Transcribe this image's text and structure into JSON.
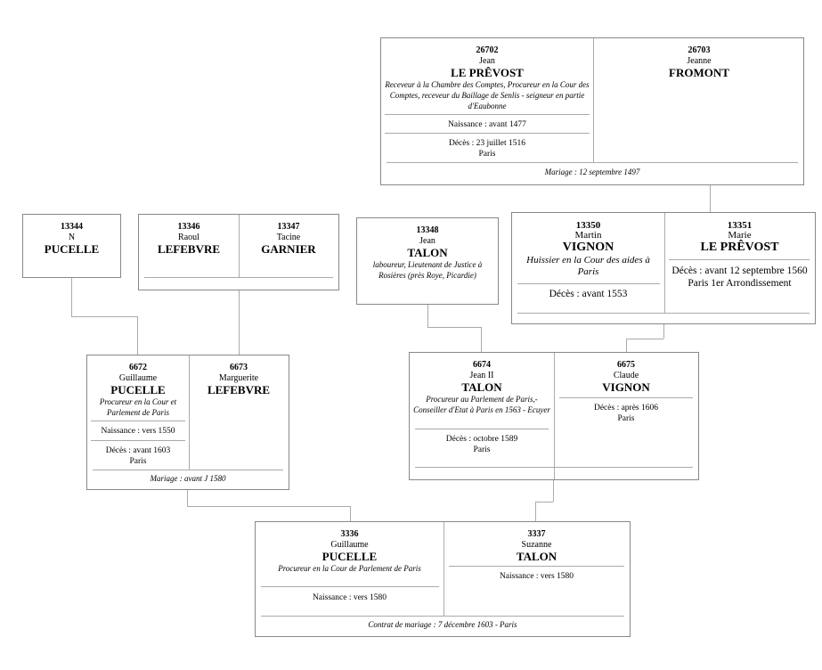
{
  "p26702": {
    "num": "26702",
    "given": "Jean",
    "surname": "LE PRÊVOST",
    "title": "Receveur à la Chambre des Comptes, Procureur en la Cour des Comptes, receveur du Baillage de Senlis - seigneur en partie d'Eaubonne",
    "birth": "Naissance : avant 1477",
    "death1": "Décès : 23 juillet 1516",
    "death2": "Paris"
  },
  "p26703": {
    "num": "26703",
    "given": "Jeanne",
    "surname": "FROMONT"
  },
  "m1": "Mariage : 12 septembre 1497",
  "p13344": {
    "num": "13344",
    "given": "N",
    "surname": "PUCELLE"
  },
  "p13346": {
    "num": "13346",
    "given": "Raoul",
    "surname": "LEFEBVRE"
  },
  "p13347": {
    "num": "13347",
    "given": "Tacine",
    "surname": "GARNIER"
  },
  "p13348": {
    "num": "13348",
    "given": "Jean",
    "surname": "TALON",
    "title": "laboureur, Lieutenant de Justice à Rosières (près Roye, Picardie)"
  },
  "p13350": {
    "num": "13350",
    "given": "Martin",
    "surname": "VIGNON",
    "title": "Huissier en la Cour des aides à Paris",
    "death": "Décès : avant 1553"
  },
  "p13351": {
    "num": "13351",
    "given": "Marie",
    "surname": "LE PRÊVOST",
    "death1": "Décès : avant 12 septembre 1560",
    "death2": "Paris 1er Arrondissement"
  },
  "p6672": {
    "num": "6672",
    "given": "Guillaume",
    "surname": "PUCELLE",
    "title": "Procureur en la Cour et Parlement de Paris",
    "birth": "Naissance : vers 1550",
    "death1": "Décès : avant 1603",
    "death2": "Paris"
  },
  "p6673": {
    "num": "6673",
    "given": "Marguerite",
    "surname": "LEFEBVRE"
  },
  "m2": "Mariage : avant J 1580",
  "p6674": {
    "num": "6674",
    "given": "Jean II",
    "surname": "TALON",
    "title": "Procureur au Parlement de Paris,- Conseiller d'Etat à Paris en 1563 - Ecuyer",
    "death1": "Décès : octobre 1589",
    "death2": "Paris"
  },
  "p6675": {
    "num": "6675",
    "given": "Claude",
    "surname": "VIGNON",
    "death1": "Décès : après 1606",
    "death2": "Paris"
  },
  "p3336": {
    "num": "3336",
    "given": "Guillaume",
    "surname": "PUCELLE",
    "title": "Procureur en la Cour de Parlement de Paris",
    "birth": "Naissance : vers 1580"
  },
  "p3337": {
    "num": "3337",
    "given": "Suzanne",
    "surname": "TALON",
    "birth": "Naissance : vers 1580"
  },
  "m3": "Contrat de mariage : 7 décembre 1603 - Paris"
}
